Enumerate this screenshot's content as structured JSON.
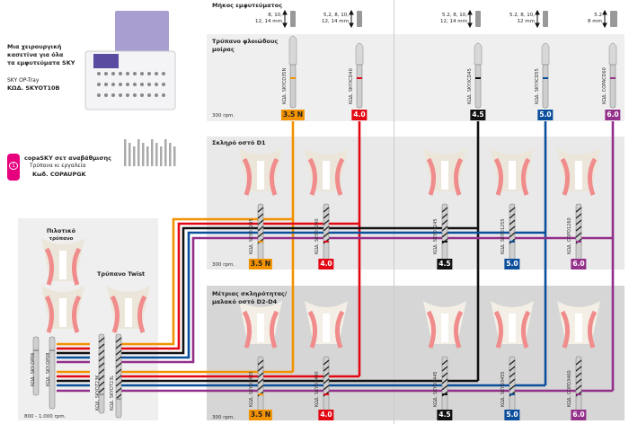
{
  "colors": {
    "orange": "#f39200",
    "red": "#e30613",
    "black": "#111111",
    "blue": "#0b4f9c",
    "purple": "#93308a",
    "pink": "#e6007e"
  },
  "tray": {
    "title_lines": [
      "Μια χειρουργική",
      "κασετίνα για όλα",
      "τα εμφυτεύματα SKY"
    ],
    "name": "SKY OP-Tray",
    "code": "ΚΩΔ. SKYOT10B"
  },
  "upgrade": {
    "badge": "1",
    "title": "copaSKY σετ αναβάθμισης",
    "subtitle": "Τρύπανα κι εργαλεία",
    "code": "Κωδ. COPAUPGK"
  },
  "left_panel": {
    "pilot_title": [
      "Πιλοτικό",
      "τρύπανο"
    ],
    "twist_title": "Τρύπανο Twist",
    "codes": [
      "ΚΩΔ. SKY-DP06",
      "ΚΩΔ. SKY-DP08",
      "ΚΩΔ. SKYDT23K",
      "ΚΩΔ. SKYDT23L"
    ],
    "rpm": "800 - 1.000 rpm."
  },
  "implant_length": {
    "title": "Μήκος εμφυτεύματος",
    "columns": [
      [
        "8, 10,",
        "12, 14 mm"
      ],
      [
        "5,2,  8, 10,",
        "12, 14 mm"
      ],
      [
        "5.2,  8, 10,",
        "12, 14 mm"
      ],
      [
        "5.2, 8, 10,",
        "12 mm"
      ],
      [
        "5.2",
        "8 mm"
      ]
    ]
  },
  "cortical": {
    "title": [
      "Τρύπανο φλοιώδους",
      "μοίρας"
    ],
    "rpm": "300 rpm.",
    "codes": [
      "ΚΩΔ. SKYCD35N",
      "ΚΩΔ. SKYXCD40",
      "ΚΩΔ. SKYXCD45",
      "ΚΩΔ. SKYXCD55",
      "ΚΩΔ. COPACD60"
    ]
  },
  "d1": {
    "title": "Σκληρό οστό D1",
    "rpm": "300 rpm.",
    "codes": [
      "ΚΩΔ. SKYD1235",
      "ΚΩΔ. SKYD1240",
      "ΚΩΔ. SKYD1245",
      "ΚΩΔ. SKYD1255",
      "ΚΩΔ. COPD1260"
    ]
  },
  "d2": {
    "title": [
      "Μέτριας σκληρότητας/",
      "μαλακό οστό D2-D4"
    ],
    "rpm": "300 rpm.",
    "codes": [
      "ΚΩΔ. SKYD3435",
      "ΚΩΔ. SKYD3440",
      "ΚΩΔ. SKYD3445",
      "ΚΩΔ. SKYD3455",
      "ΚΩΔ. COPD3460"
    ]
  },
  "diameters": [
    {
      "label": "3.5 N",
      "color": "orange"
    },
    {
      "label": "4.0",
      "color": "red"
    },
    {
      "label": "4.5",
      "color": "black"
    },
    {
      "label": "5.0",
      "color": "blue"
    },
    {
      "label": "6.0",
      "color": "purple"
    }
  ]
}
